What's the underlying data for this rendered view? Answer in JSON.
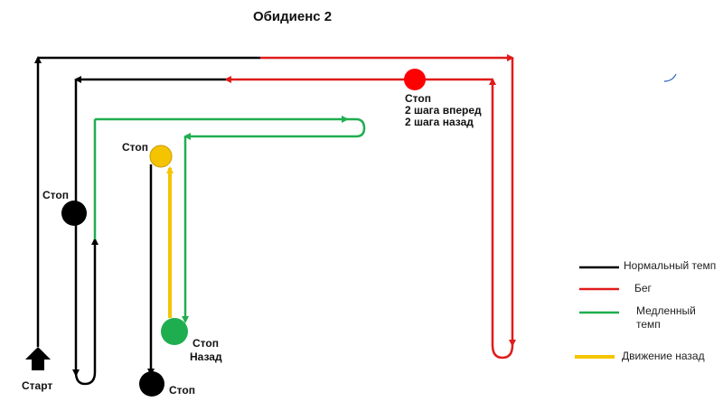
{
  "title": "Обидиенс 2",
  "labels": {
    "start": "Старт",
    "stop_left": "Стоп",
    "stop_top_red_line1": "Стоп",
    "stop_top_red_line2": "2 шага вперед",
    "stop_top_red_line3": "2 шага назад",
    "stop_yellow": "Стоп",
    "stop_back_line1": "Стоп",
    "stop_back_line2": "Назад",
    "stop_bottom": "Стоп"
  },
  "legend": [
    {
      "label": "Нормальный темп",
      "color": "#000000"
    },
    {
      "label": "Бег",
      "color": "#e01b1b"
    },
    {
      "label": "Медленный темп",
      "color": "#1fae4f"
    },
    {
      "label": "Движение назад",
      "color": "#f5c400"
    }
  ],
  "legend_green_line1": "Медленный",
  "legend_green_line2": "темп",
  "colors": {
    "normal": "#000000",
    "run": "#e01b1b",
    "slow": "#1fae4f",
    "backward": "#f5c400",
    "stop_black": "#000000",
    "stop_red": "#ff0000",
    "stop_yellow": "#f5c400",
    "stop_green": "#1fae4f"
  }
}
